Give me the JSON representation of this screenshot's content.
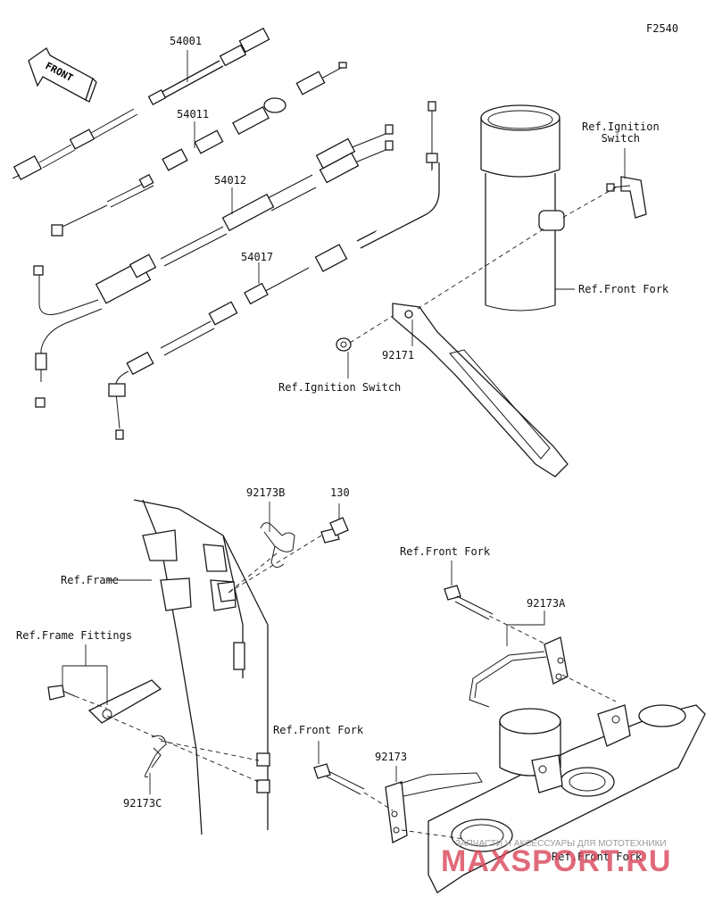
{
  "diagram_code": "F2540",
  "front_arrow_text": "FRONT",
  "labels": {
    "p54001": "54001",
    "p54011": "54011",
    "p54012": "54012",
    "p54017": "54017",
    "ref_ignition_switch_top": "Ref.Ignition\nSwitch",
    "ref_front_fork_1": "Ref.Front Fork",
    "p92171": "92171",
    "ref_ignition_switch_2": "Ref.Ignition Switch",
    "p92173b": "92173B",
    "p130": "130",
    "ref_front_fork_2": "Ref.Front Fork",
    "ref_frame": "Ref.Frame",
    "p92173a": "92173A",
    "ref_frame_fittings": "Ref.Frame Fittings",
    "ref_front_fork_3": "Ref.Front Fork",
    "p92173": "92173",
    "p92173c": "92173C",
    "ref_front_fork_4": "Ref.Front Fork"
  },
  "watermark": {
    "tagline": "ЗАПЧАСТИ И АКСЕССУАРЫ ДЛЯ МОТОТЕХНИКИ",
    "brand": "MAXSPORT.RU",
    "brand_color": "#d9455a"
  }
}
